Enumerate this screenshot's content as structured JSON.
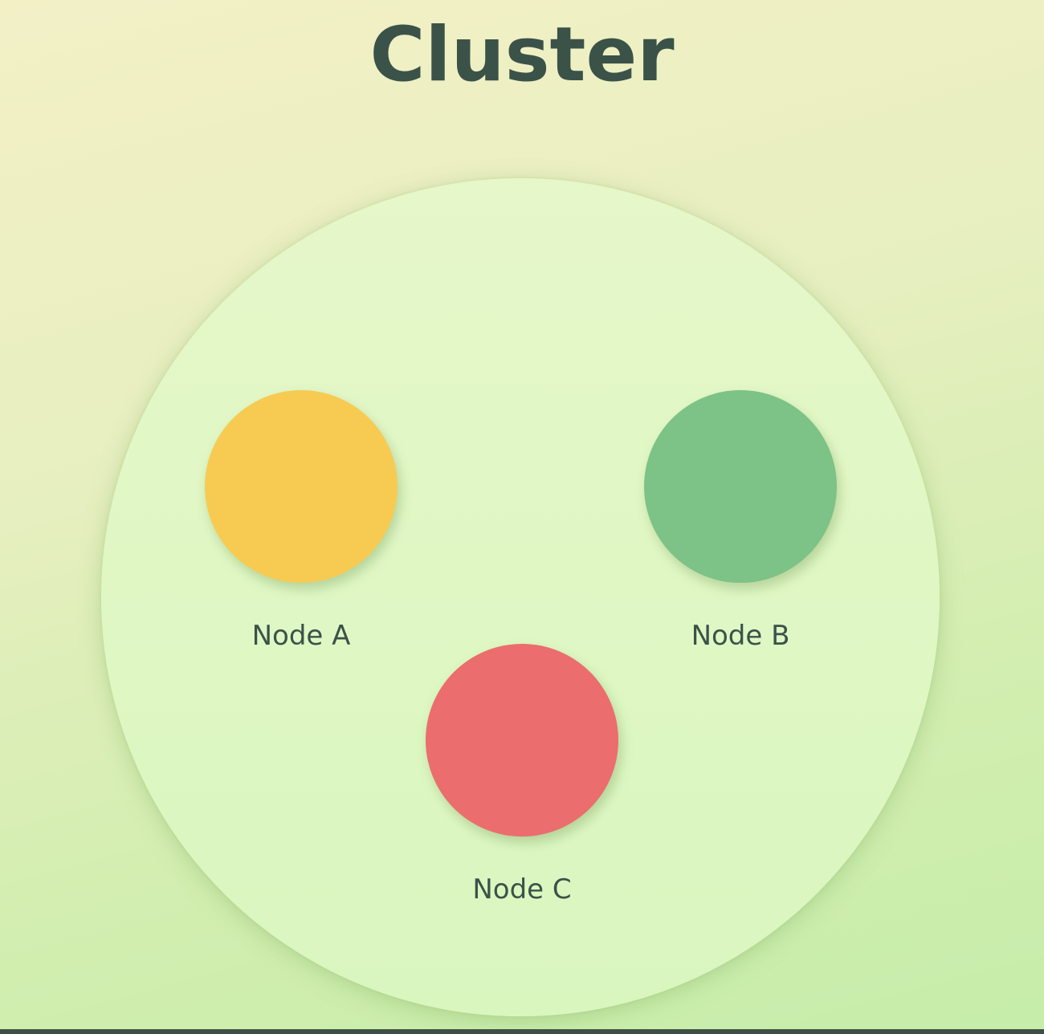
{
  "title": "Cluster",
  "colors": {
    "title_text": "#3b5249",
    "cluster_fill": "#e2f7c6",
    "node_a": "#f7cb52",
    "node_b": "#7dc287",
    "node_c": "#ec6d6d"
  },
  "nodes": [
    {
      "id": "node-a",
      "label": "Node A",
      "color": "#f7cb52"
    },
    {
      "id": "node-b",
      "label": "Node B",
      "color": "#7dc287"
    },
    {
      "id": "node-c",
      "label": "Node C",
      "color": "#ec6d6d"
    }
  ]
}
